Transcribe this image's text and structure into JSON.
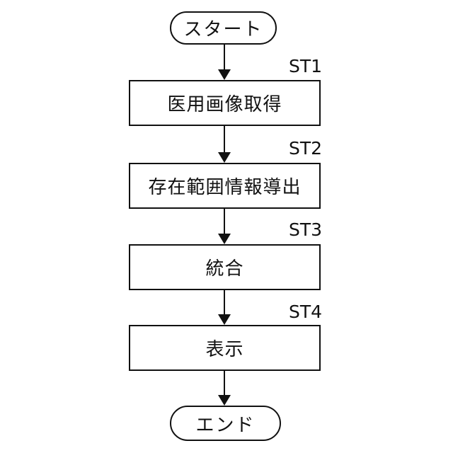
{
  "diagram": {
    "type": "flowchart",
    "orientation": "top-down",
    "start_label": "スタート",
    "end_label": "エンド",
    "steps": [
      {
        "id": "ST1",
        "label": "医用画像取得"
      },
      {
        "id": "ST2",
        "label": "存在範囲情報導出"
      },
      {
        "id": "ST3",
        "label": "統合"
      },
      {
        "id": "ST4",
        "label": "表示"
      }
    ],
    "connections": [
      {
        "from": "start",
        "to": "ST1"
      },
      {
        "from": "ST1",
        "to": "ST2"
      },
      {
        "from": "ST2",
        "to": "ST3"
      },
      {
        "from": "ST3",
        "to": "ST4"
      },
      {
        "from": "ST4",
        "to": "end"
      }
    ],
    "colors": {
      "line": "#111111",
      "text": "#111111",
      "background": "#ffffff"
    }
  }
}
